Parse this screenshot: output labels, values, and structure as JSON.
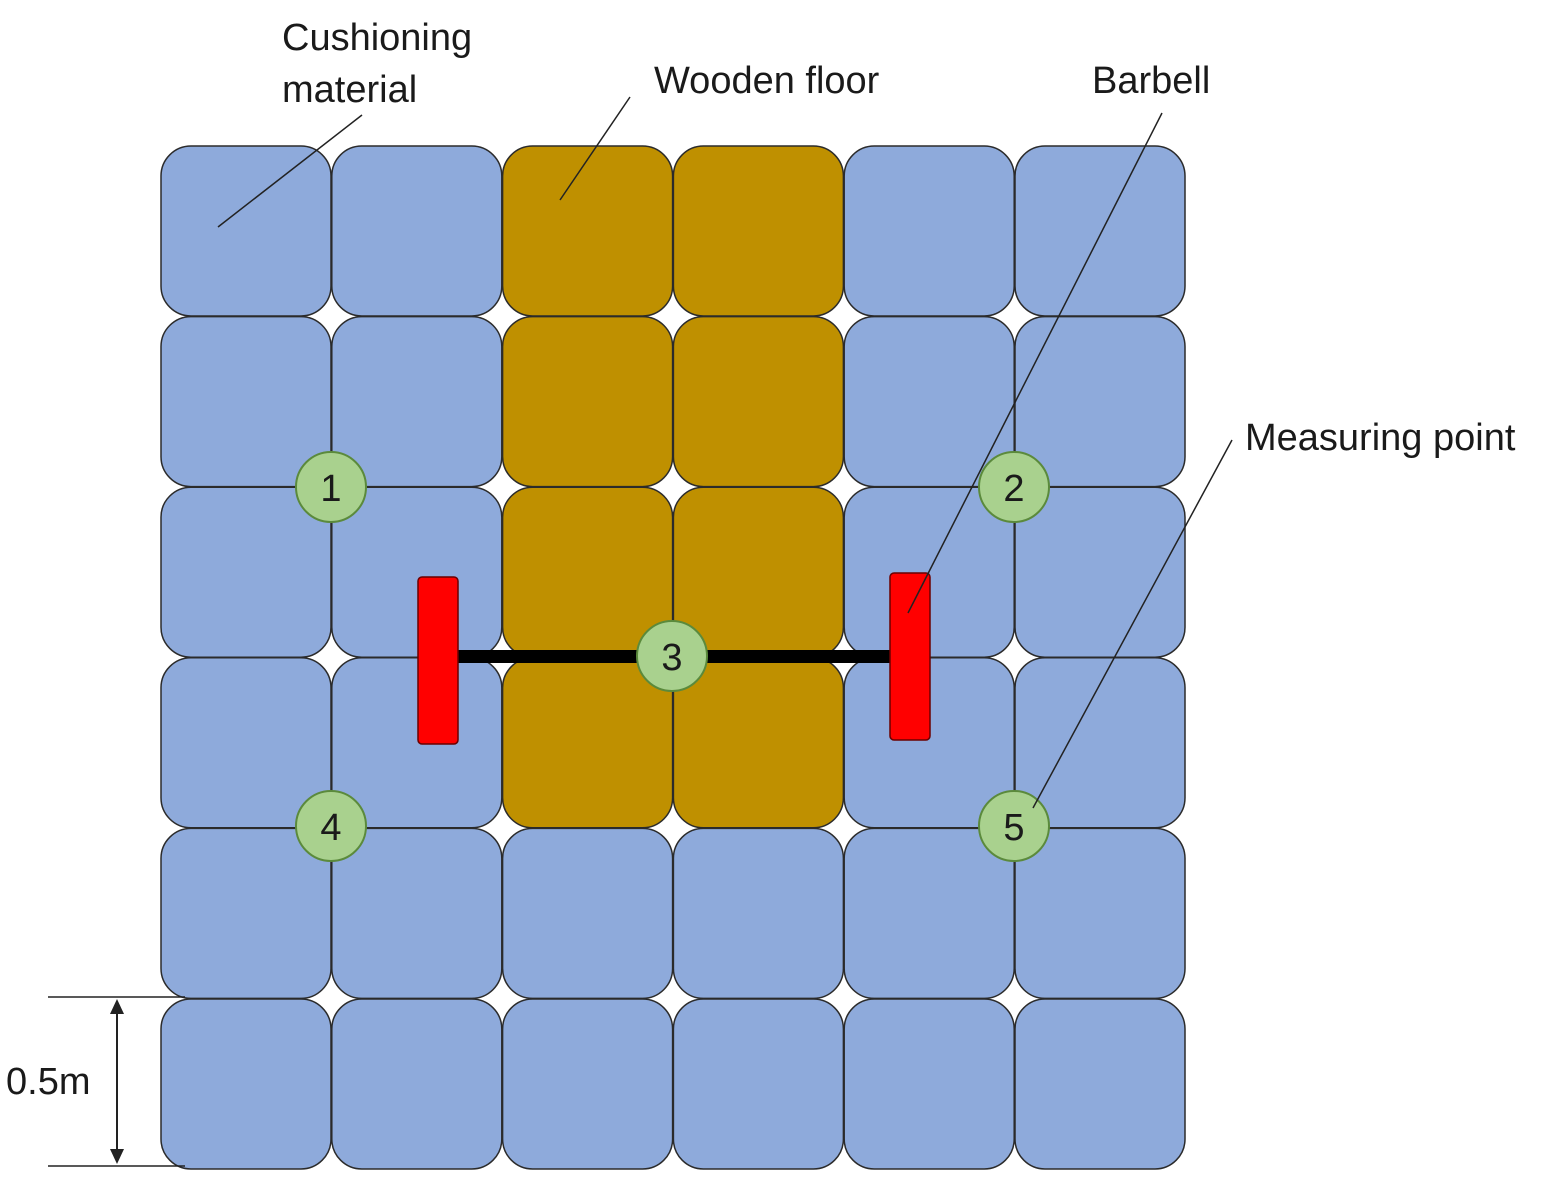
{
  "labels": {
    "cushioning_line1": "Cushioning",
    "cushioning_line2": "material",
    "wooden_floor": "Wooden floor",
    "barbell": "Barbell",
    "measuring_point": "Measuring point",
    "dimension": "0.5m"
  },
  "grid": {
    "rows": 6,
    "cols": 6,
    "wood_cells": [
      [
        0,
        2
      ],
      [
        0,
        3
      ],
      [
        1,
        2
      ],
      [
        1,
        3
      ],
      [
        2,
        2
      ],
      [
        2,
        3
      ],
      [
        3,
        2
      ],
      [
        3,
        3
      ]
    ]
  },
  "measuring_points": [
    {
      "label": "1"
    },
    {
      "label": "2"
    },
    {
      "label": "3"
    },
    {
      "label": "4"
    },
    {
      "label": "5"
    }
  ],
  "colors": {
    "cushion": "#8eaadb",
    "wood": "#bf9000",
    "barbell_plate": "#ff0000",
    "barbell_bar": "#000000",
    "point_fill": "#a9d18e",
    "point_stroke": "#5b8a3c",
    "tile_stroke": "#2b2b2b"
  }
}
